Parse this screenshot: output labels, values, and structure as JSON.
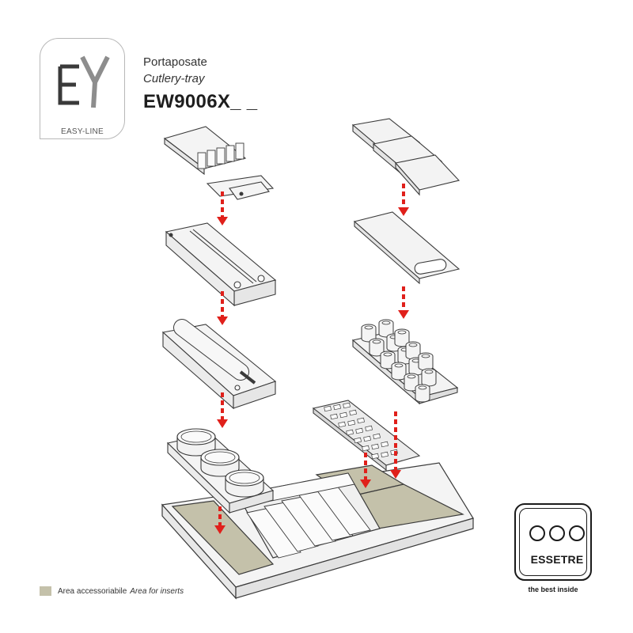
{
  "logo": {
    "caption": "EASY-LINE"
  },
  "product": {
    "name_it": "Portaposate",
    "name_en": "Cutlery-tray",
    "code": "EW9006X_ _"
  },
  "legend": {
    "label_it": "Area accessoriabile",
    "label_en": "Area for inserts",
    "swatch_color": "#c4c1aa"
  },
  "brand": {
    "name": "ESSETRE",
    "tagline": "the best inside"
  },
  "colors": {
    "arrow": "#e0201b",
    "line": "#3a3a3a",
    "part_fill": "#f2f2f2",
    "insert_area": "#c4c1aa"
  },
  "parts": [
    "cutlery-divider-insert",
    "knife-block-insert",
    "rolling-pin-holder-insert",
    "round-container-insert",
    "sliding-cover-set",
    "cover-panel-with-handle",
    "spice-jar-rack-insert",
    "grid-divider-insert",
    "cutlery-tray-base"
  ]
}
